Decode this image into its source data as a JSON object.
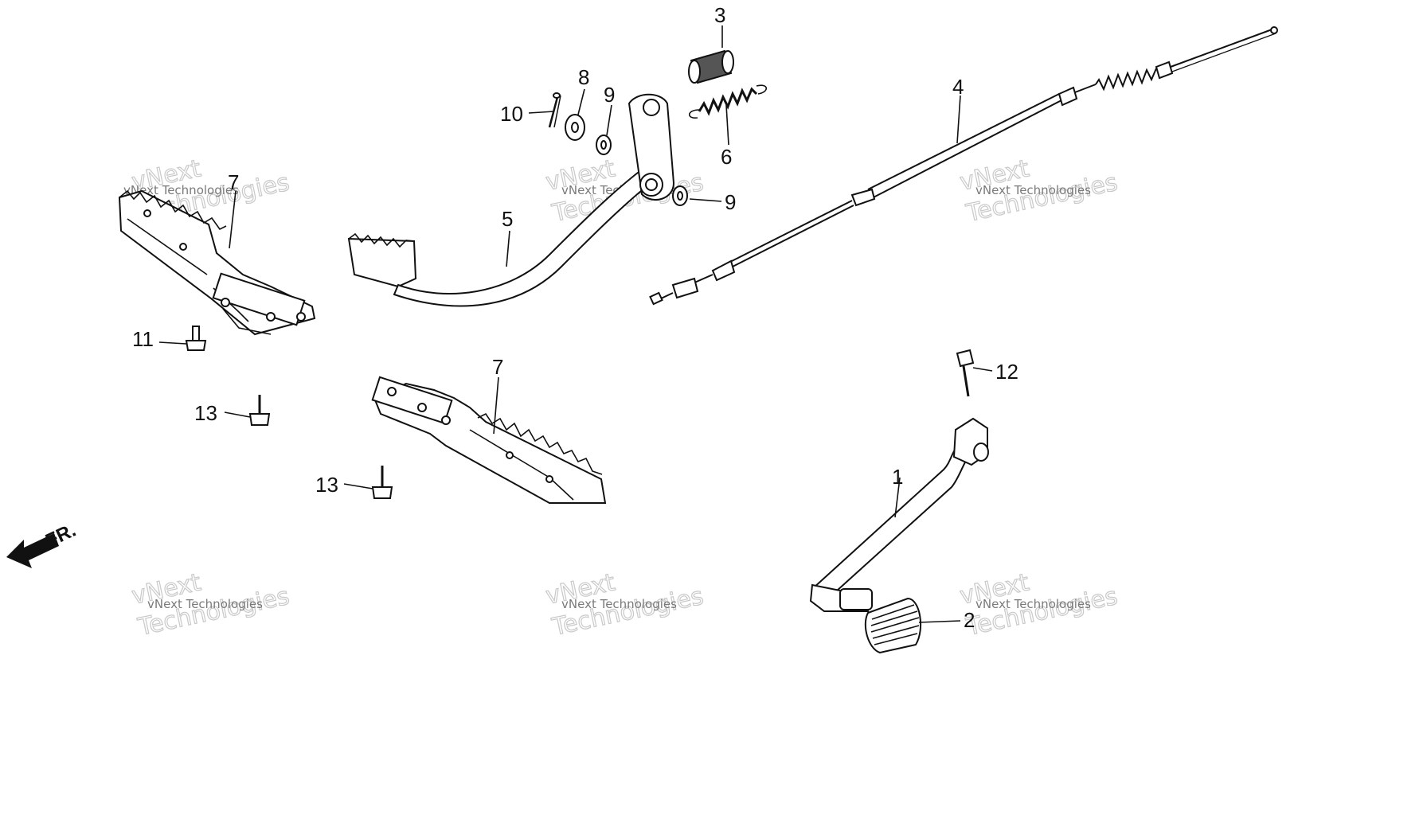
{
  "callouts": {
    "c1": "1",
    "c2": "2",
    "c3": "3",
    "c4": "4",
    "c5": "5",
    "c6": "6",
    "c7a": "7",
    "c7b": "7",
    "c8": "8",
    "c9a": "9",
    "c9b": "9",
    "c10": "10",
    "c11": "11",
    "c12": "12",
    "c13a": "13",
    "c13b": "13"
  },
  "front_indicator": "FR.",
  "watermark": {
    "line_small": "vNext Technologies",
    "line_big_1": "vNext",
    "line_big_2": "Technologies"
  }
}
